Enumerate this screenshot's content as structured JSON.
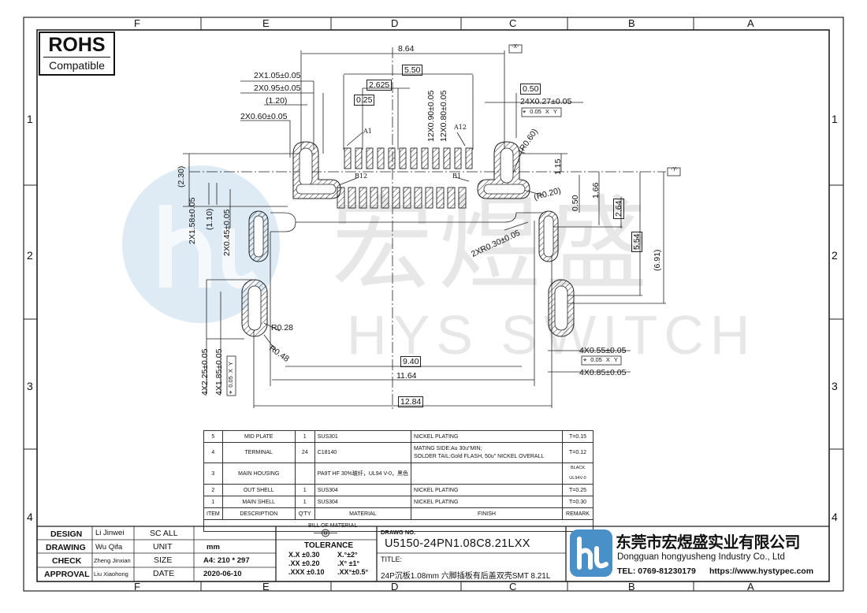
{
  "border": {
    "top_letters": [
      "F",
      "E",
      "D",
      "C",
      "B",
      "A"
    ],
    "bottom_letters": [
      "F",
      "E",
      "D",
      "C",
      "B",
      "A"
    ],
    "side_numbers": [
      "1",
      "2",
      "3",
      "4"
    ]
  },
  "rohs": {
    "title": "ROHS",
    "subtitle": "Compatible"
  },
  "watermark": {
    "cn": "宏煜盛",
    "en": "HYS SWITCH",
    "logo_color": "#4a90c8"
  },
  "dimensions": {
    "d864": "8.64",
    "d550": "5.50",
    "d2625": "2.625",
    "d025": "0.25",
    "d050": "0.50",
    "x105": "2X1.05±0.05",
    "x095": "2X0.95±0.05",
    "p120": "(1.20)",
    "x060": "2X0.60±0.05",
    "x24": "24X0.27±0.05",
    "gtol_top": [
      "⌖",
      "0.05",
      "X",
      "Y"
    ],
    "x12a": "12X0.90±0.05",
    "x12b": "12X0.80±0.05",
    "a1": "A1",
    "a12": "A12",
    "b12": "B12",
    "b1": "B1",
    "r060": "(R0.60)",
    "r020": "(R0.20)",
    "d115": "1.15",
    "d050v": "0.50",
    "d166": "1.66",
    "d264": "2.64",
    "d554": "5.54",
    "p691": "(6.91)",
    "p230": "(2.30)",
    "x158": "2X1.58±0.05",
    "p110": "(1.10)",
    "x045": "2X0.45±0.05",
    "x030": "2XR0.30±0.05",
    "r028": "R0.28",
    "r048": "R0.48",
    "x225": "4X2.25±0.05",
    "x185": "4X1.85±0.05",
    "gtol_left": [
      "⌖",
      "0.05",
      "X",
      "Y"
    ],
    "x055": "4X0.55±0.05",
    "gtol_right": [
      "⌖",
      "0.05",
      "X",
      "Y"
    ],
    "x085": "4X0.85±0.05",
    "d940": "9.40",
    "d1164": "11.64",
    "d1284": "12.84",
    "datum_x": "-X-",
    "datum_y": "-Y-"
  },
  "bom": {
    "rows": [
      {
        "item": "5",
        "desc": "MID PLATE",
        "qty": "1",
        "mat": "SUS301",
        "finish": "NICKEL PLATING",
        "remark": "T=0.15"
      },
      {
        "item": "4",
        "desc": "TERMINAL",
        "qty": "24",
        "mat": "C18140",
        "finish": "MATING SIDE:Au 30u\"MIN;",
        "finish2": "SOLDER TAIL:Gold FLASH, 50u\" NICKEL OVERALL",
        "remark": "T=0.12"
      },
      {
        "item": "3",
        "desc": "MAIN HOUSING",
        "qty": "",
        "mat": "PA9T  HF 30%玻纤，UL94 V-0，黑色",
        "finish": "",
        "remark": "BLACK UL94V-0"
      },
      {
        "item": "2",
        "desc": "OUT SHELL",
        "qty": "1",
        "mat": "SUS304",
        "finish": "NICKEL PLATING",
        "remark": "T=0.25"
      },
      {
        "item": "1",
        "desc": "MAIN SHELL",
        "qty": "1",
        "mat": "SUS304",
        "finish": "NICKEL PLATING",
        "remark": "T=0.30"
      }
    ],
    "headers": {
      "item": "ITEM",
      "desc": "DESCRIPTION",
      "qty": "Q'TY",
      "mat": "MATERIAL",
      "finish": "FINISH",
      "remark": "REMARK"
    },
    "footer": "BILL OF MATERIAL"
  },
  "title_block": {
    "rows": [
      {
        "label": "DESIGN",
        "name": "Li Jinwei",
        "key": "SC ALL",
        "val": ""
      },
      {
        "label": "DRAWING",
        "name": "Wu Qifa",
        "key": "UNIT",
        "val": "mm"
      },
      {
        "label": "CHECK",
        "name": "Zheng Jinxian",
        "key": "SIZE",
        "val": "A4: 210 * 297"
      },
      {
        "label": "APPROVAL",
        "name": "Liu Xiaohong",
        "key": "DATE",
        "val": "2020-06-10"
      }
    ],
    "tolerance": {
      "title": "TOLERANCE",
      "lines": [
        [
          "X.X  ±0.30",
          "X.°±2°"
        ],
        [
          ".XX  ±0.20",
          ".X° ±1°"
        ],
        [
          ".XXX ±0.10",
          ".XX°±0.5°"
        ]
      ]
    },
    "drawg_label": "DRAWG NO.",
    "drawg_no": "U5150-24PN1.08C8.21LXX",
    "title_label": "TITLE:",
    "title": "24P沉板1.08mm 六脚插板有后盖双壳SMT 8.21L",
    "company_cn": "东莞市宏煜盛实业有限公司",
    "company_en": "Dongguan hongyusheng Industry Co., Ltd",
    "tel": "TEL: 0769-81230179",
    "website": "https://www.hystypec.com"
  }
}
